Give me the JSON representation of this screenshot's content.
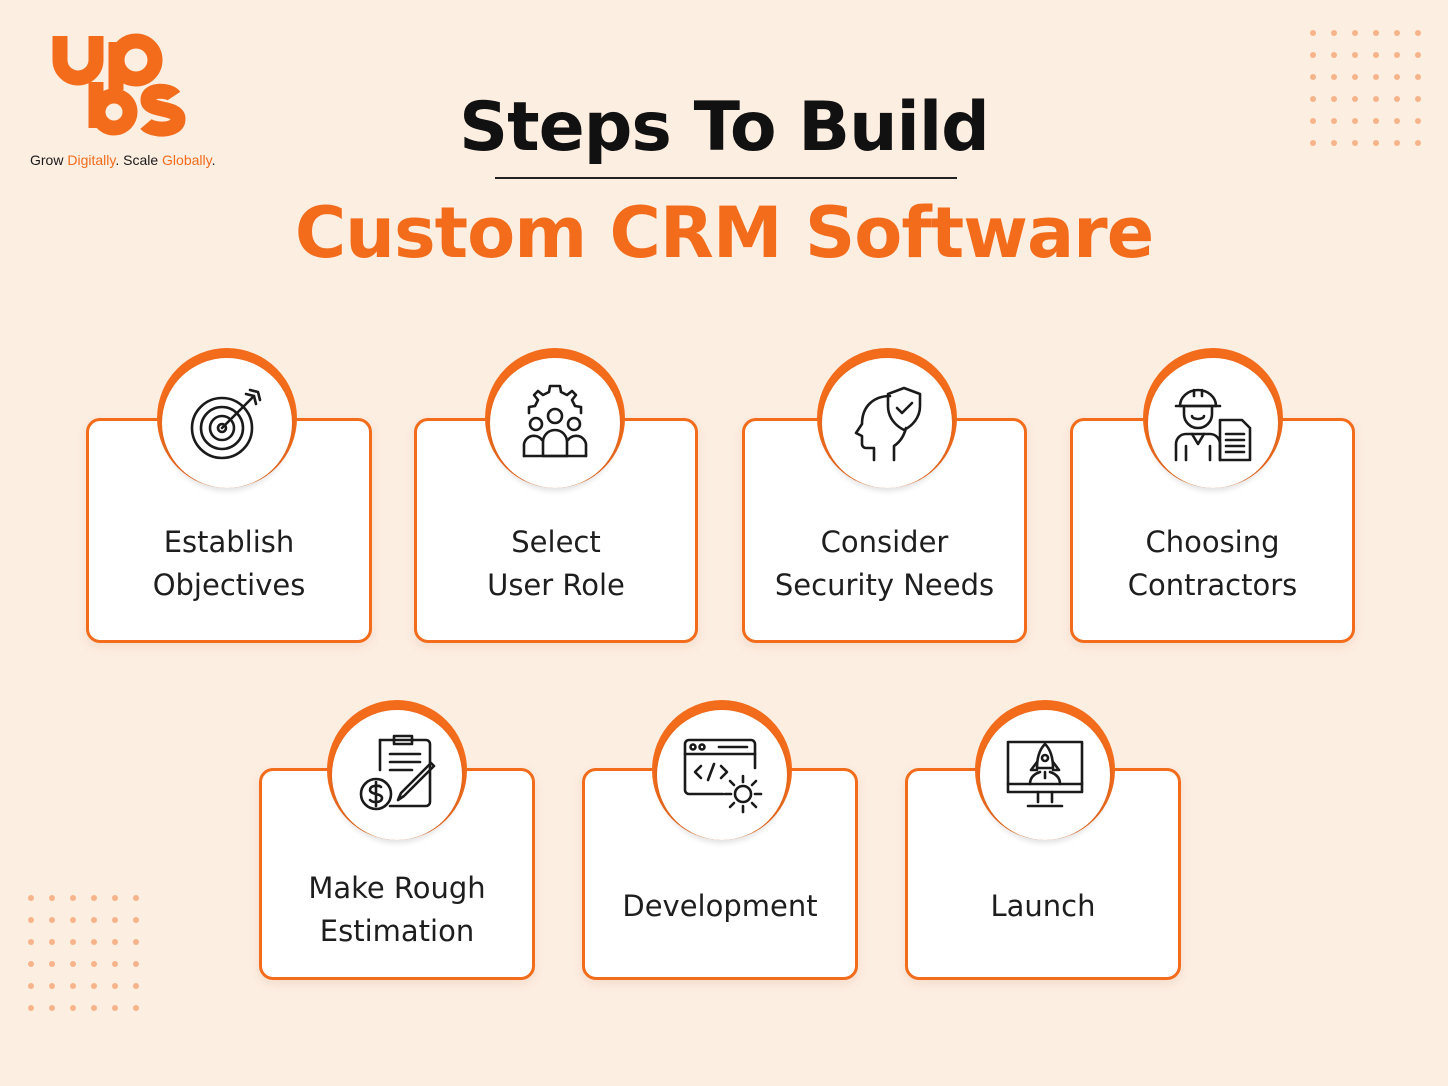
{
  "brand": {
    "logo_text": "upbs",
    "tagline": {
      "part1": "Grow ",
      "part2": "Digitally",
      "part3": ". Scale ",
      "part4": "Globally",
      "part5": "."
    }
  },
  "title": {
    "line1": "Steps To Build",
    "line2": "Custom CRM Software"
  },
  "colors": {
    "accent": "#f26c1c",
    "background": "#fdeee2",
    "text": "#1e1e1e"
  },
  "steps": [
    {
      "label": "Establish\nObjectives",
      "icon": "target-icon"
    },
    {
      "label": "Select\nUser Role",
      "icon": "team-gear-icon"
    },
    {
      "label": "Consider\nSecurity Needs",
      "icon": "head-shield-icon"
    },
    {
      "label": "Choosing\nContractors",
      "icon": "contractor-icon"
    },
    {
      "label": "Make Rough\nEstimation",
      "icon": "estimate-clipboard-icon"
    },
    {
      "label": "Development",
      "icon": "code-window-gear-icon"
    },
    {
      "label": "Launch",
      "icon": "monitor-rocket-icon"
    }
  ]
}
